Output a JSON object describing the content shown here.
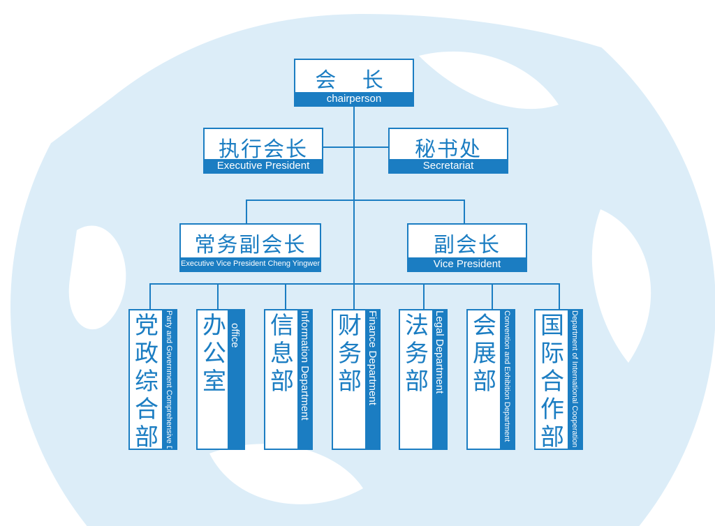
{
  "colors": {
    "accent": "#1b7dc2",
    "globe": "#dcedf8"
  },
  "chairperson": {
    "cn": "会 长",
    "en": "chairperson"
  },
  "executive_president": {
    "cn": "执行会长",
    "en": "Executive President"
  },
  "secretariat": {
    "cn": "秘书处",
    "en": "Secretariat"
  },
  "executive_vice_president": {
    "cn": "常务副会长",
    "en": "Executive Vice President Cheng Yingwen"
  },
  "vice_president": {
    "cn": "副会长",
    "en": "Vice President"
  },
  "departments": [
    {
      "cn": "党政综合部",
      "en": "Party and Government Comprehensive Department"
    },
    {
      "cn": "办公室",
      "en": "office"
    },
    {
      "cn": "信息部",
      "en": "Information Department"
    },
    {
      "cn": "财务部",
      "en": "Finance Department"
    },
    {
      "cn": "法务部",
      "en": "Legal Department"
    },
    {
      "cn": "会展部",
      "en": "Convention and Exhibition Department"
    },
    {
      "cn": "国际合作部",
      "en": "Department of International Cooperation"
    }
  ]
}
